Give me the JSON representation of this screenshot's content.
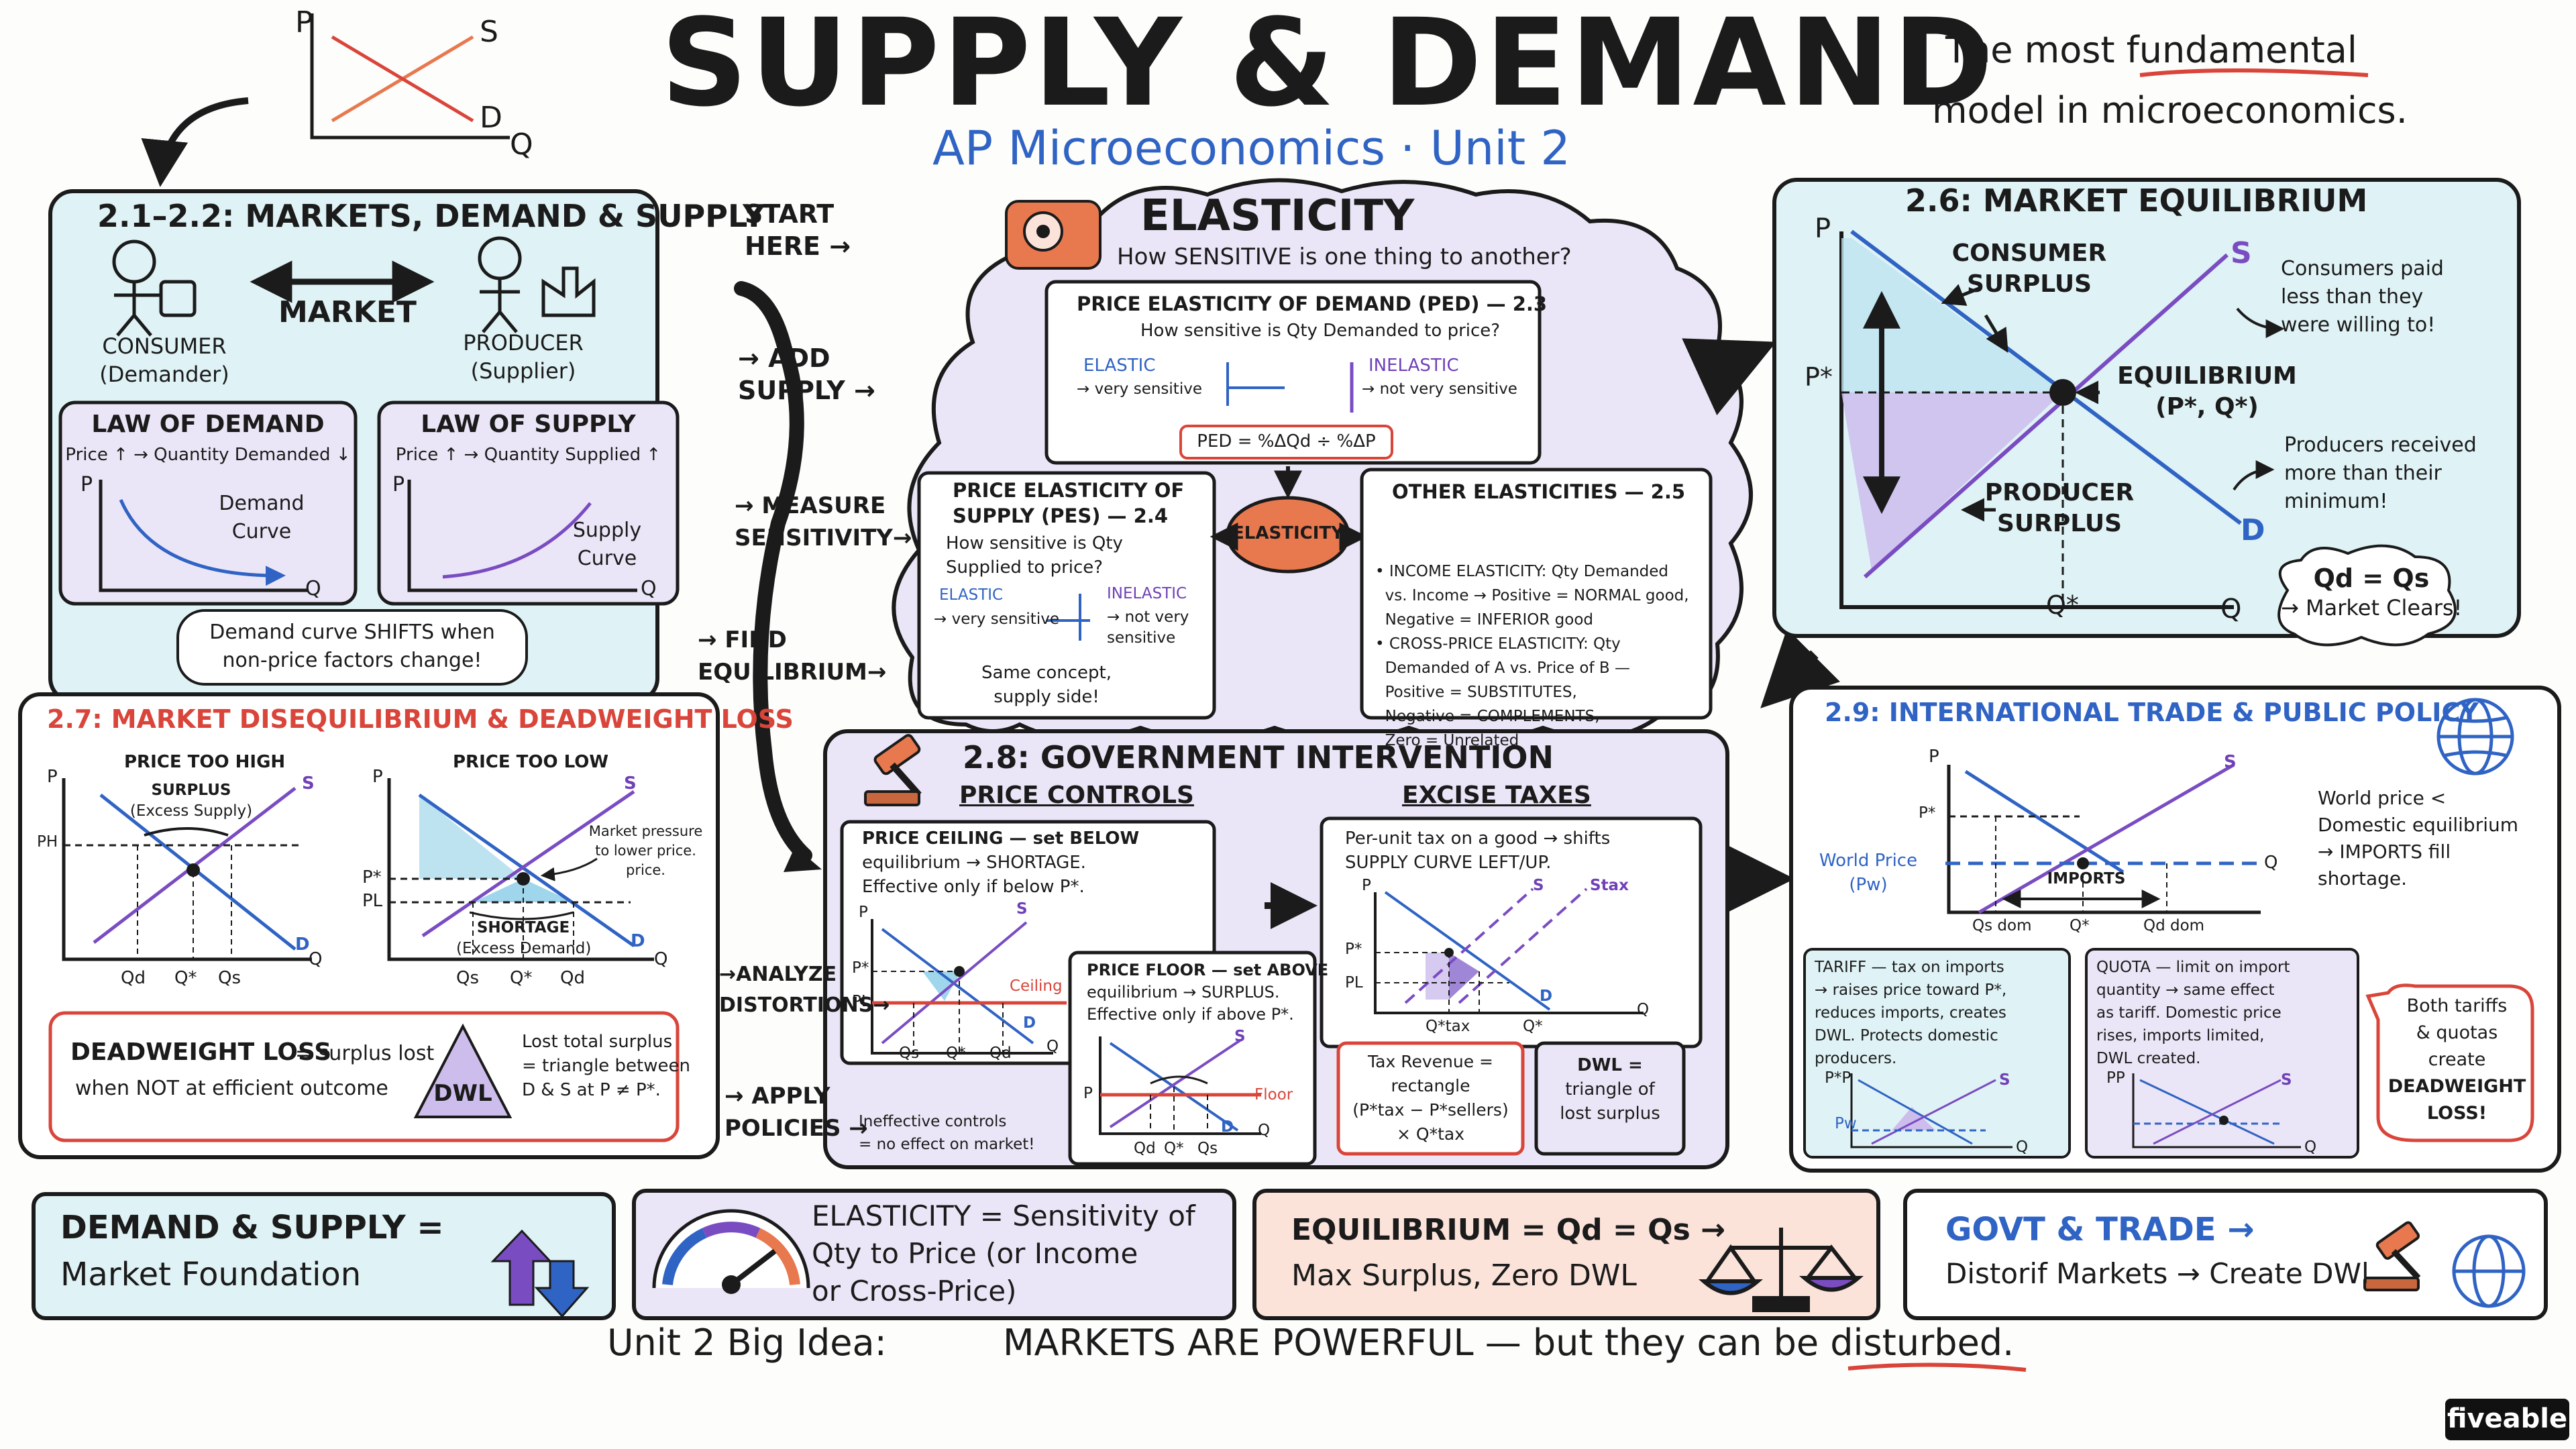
{
  "header": {
    "title": "SUPPLY & DEMAND",
    "subtitle": "AP Microeconomics · Unit 2",
    "tagline_1": "The most fundamental",
    "tagline_2": "model in microeconomics."
  },
  "mini_graph": {
    "p": "P",
    "s": "S",
    "d": "D",
    "q": "Q"
  },
  "flow": {
    "start": [
      "START",
      "HERE →"
    ],
    "add_supply": [
      "→ ADD",
      "SUPPLY →"
    ],
    "measure": [
      "→ MEASURE",
      "SENSITIVITY→"
    ],
    "find": [
      "→ FIND",
      "EQUILIBRIUM→"
    ],
    "analyze": [
      "→ANALYZE",
      "DISTORTIONS→"
    ],
    "apply": [
      "→ APPLY",
      "POLICIES →"
    ]
  },
  "markets": {
    "title": "2.1–2.2: MARKETS, DEMAND & SUPPLY",
    "market": "MARKET",
    "consumer": [
      "CONSUMER",
      "(Demander)"
    ],
    "producer": [
      "PRODUCER",
      "(Supplier)"
    ],
    "law_demand": {
      "title": "LAW OF DEMAND",
      "rule": "Price ↑ → Quantity Demanded ↓",
      "curve": [
        "Demand",
        "Curve"
      ]
    },
    "law_supply": {
      "title": "LAW OF SUPPLY",
      "rule": "Price ↑ → Quantity Supplied ↑",
      "curve": [
        "Supply",
        "Curve"
      ]
    },
    "note": [
      "Demand curve SHIFTS when",
      "non-price factors change!"
    ]
  },
  "elasticity": {
    "title": "ELASTICITY",
    "question": "How SENSITIVE is one thing to another?",
    "badge": "ELASTICITY",
    "ped": {
      "title": "PRICE ELASTICITY OF DEMAND (PED) — 2.3",
      "q": "How sensitive is Qty Demanded to price?",
      "elastic": "ELASTIC",
      "elastic_desc": "→ very sensitive",
      "inelastic": "INELASTIC",
      "inelastic_desc": "→ not very sensitive",
      "formula": "PED = %ΔQd ÷ %ΔP"
    },
    "pes": {
      "title": [
        "PRICE ELASTICITY OF",
        "SUPPLY (PES) — 2.4"
      ],
      "q": [
        "How sensitive is Qty",
        "Supplied to price?"
      ],
      "elastic": "ELASTIC",
      "elastic_desc": "→ very sensitive",
      "inelastic": "INELASTIC",
      "inelastic_desc": [
        "→ not very",
        "sensitive"
      ],
      "note": [
        "Same concept,",
        "supply side!"
      ]
    },
    "other": {
      "title": "OTHER ELASTICITIES — 2.5",
      "lines": [
        "• INCOME ELASTICITY: Qty Demanded",
        "  vs. Income → Positive = NORMAL good,",
        "  Negative = INFERIOR good",
        "• CROSS-PRICE ELASTICITY: Qty",
        "  Demanded of A vs. Price of B —",
        "  Positive = SUBSTITUTES,",
        "  Negative = COMPLEMENTS,",
        "  Zero = Unrelated"
      ]
    }
  },
  "equilibrium": {
    "title": "2.6: MARKET EQUILIBRIUM",
    "p": "P",
    "q": "Q",
    "s": "S",
    "d": "D",
    "pstar": "P*",
    "qstar": "Q*",
    "cs": [
      "CONSUMER",
      "SURPLUS"
    ],
    "ps": [
      "PRODUCER",
      "SURPLUS"
    ],
    "eq": [
      "EQUILIBRIUM",
      "(P*, Q*)"
    ],
    "paid": [
      "Consumers paid",
      "less than they",
      "were willing to!"
    ],
    "received": [
      "Producers received",
      "more than their",
      "minimum!"
    ],
    "clears": [
      "Qd = Qs",
      "→ Market Clears!"
    ]
  },
  "disequilibrium": {
    "title": "2.7: MARKET DISEQUILIBRIUM & DEADWEIGHT LOSS",
    "high": {
      "label": "PRICE TOO HIGH",
      "surplus": [
        "SURPLUS",
        "(Excess Supply)"
      ],
      "ph": "PH",
      "p": "P",
      "s": "S",
      "d": "D",
      "q": "Q",
      "qd": "Qd",
      "qstar": "Q*",
      "qs": "Qs"
    },
    "low": {
      "label": "PRICE TOO LOW",
      "pstar": "P*",
      "pl": "PL",
      "p": "P",
      "s": "S",
      "d": "D",
      "q": "Q",
      "shortage": [
        "SHORTAGE",
        "(Excess Demand)"
      ],
      "pressure": [
        "Market pressure",
        "to lower price.",
        "price."
      ],
      "qs": "Qs",
      "qstar": "Q*",
      "qd": "Qd"
    },
    "dwl": {
      "title": "DEADWEIGHT LOSS",
      "eq": "= surplus lost",
      "line2": "when NOT at efficient outcome",
      "badge": "DWL",
      "desc": [
        "Lost total surplus",
        "= triangle between",
        "D & S at P ≠ P*."
      ]
    }
  },
  "government": {
    "title": "2.8: GOVERNMENT INTERVENTION",
    "price_controls": "PRICE CONTROLS",
    "excise": "EXCISE TAXES",
    "ceiling": {
      "lines": [
        "PRICE CEILING — set BELOW",
        "equilibrium → SHORTAGE.",
        "Effective only if below P*."
      ],
      "label": "Ceiling",
      "p": "P",
      "pstar": "P*",
      "pl": "PL",
      "s": "S",
      "d": "D",
      "q": "Q",
      "qs": "Qs",
      "qstar": "Q*",
      "qd": "Qd"
    },
    "ineffective": [
      "Ineffective controls",
      "= no effect on market!"
    ],
    "floor": {
      "lines": [
        "PRICE FLOOR — set ABOVE",
        "equilibrium → SURPLUS.",
        "Effective only if above P*."
      ],
      "label": "Floor",
      "p": "P",
      "s": "S",
      "d": "D",
      "q": "Q",
      "qd": "Qd",
      "qstar": "Q*",
      "qs": "Qs"
    },
    "tax": {
      "lines": [
        "Per-unit tax on a good → shifts",
        "SUPPLY CURVE LEFT/UP."
      ],
      "p": "P",
      "s": "S",
      "stax": "Stax",
      "pstar": "P*",
      "pl": "PL",
      "d": "D",
      "q": "Q",
      "qtax": "Q*tax",
      "qstar": "Q*"
    },
    "revenue": [
      "Tax Revenue =",
      "rectangle",
      "(P*tax − P*sellers)",
      "× Q*tax"
    ],
    "dwl": [
      "DWL =",
      "triangle of",
      "lost surplus"
    ]
  },
  "trade": {
    "title": "2.9: INTERNATIONAL TRADE & PUBLIC POLICY",
    "p": "P",
    "pstar": "P*",
    "s": "S",
    "q": "Q",
    "world": [
      "World Price",
      "(Pw)"
    ],
    "imports": "IMPORTS",
    "qsdom": "Qs dom",
    "qstar": "Q*",
    "qddom": "Qd dom",
    "note": [
      "World price <",
      "Domestic equilibrium",
      "→ IMPORTS fill",
      "shortage."
    ],
    "tariff": {
      "lines": [
        "TARIFF — tax on imports",
        "→ raises price toward P*,",
        "reduces imports, creates",
        "DWL. Protects domestic",
        "producers."
      ],
      "p": "P*P",
      "pw": "Pw",
      "s": "S",
      "q": "Q"
    },
    "quota": {
      "lines": [
        "QUOTA — limit on import",
        "quantity → same effect",
        "as tariff. Domestic price",
        "rises, imports limited,",
        "DWL created."
      ],
      "p": "PP",
      "s": "S",
      "q": "Q"
    },
    "both": [
      "Both tariffs",
      "& quotas",
      "create",
      "DEADWEIGHT",
      "LOSS!"
    ]
  },
  "summary": {
    "s1": [
      "DEMAND & SUPPLY =",
      "Market Foundation"
    ],
    "s2": [
      "ELASTICITY = Sensitivity of",
      "Qty to Price (or Income",
      "or Cross-Price)"
    ],
    "s3": [
      "EQUILIBRIUM = Qd = Qs →",
      "Max Surplus, Zero DWL"
    ],
    "s4": [
      "GOVT & TRADE →",
      "Distorif Markets → Create DWl"
    ]
  },
  "big_idea": {
    "label": "Unit 2 Big Idea:",
    "text": "MARKETS ARE POWERFUL — but they can be disturbed."
  },
  "brand": "fiveable",
  "colors": {
    "blue": "#2f63c4",
    "purple": "#7a4cc2",
    "red": "#d9453a",
    "orange": "#e8784e",
    "cyan_bg": "#dff2f5",
    "lavender_bg": "#ebe6f7",
    "peach_bg": "#fbe3da"
  }
}
